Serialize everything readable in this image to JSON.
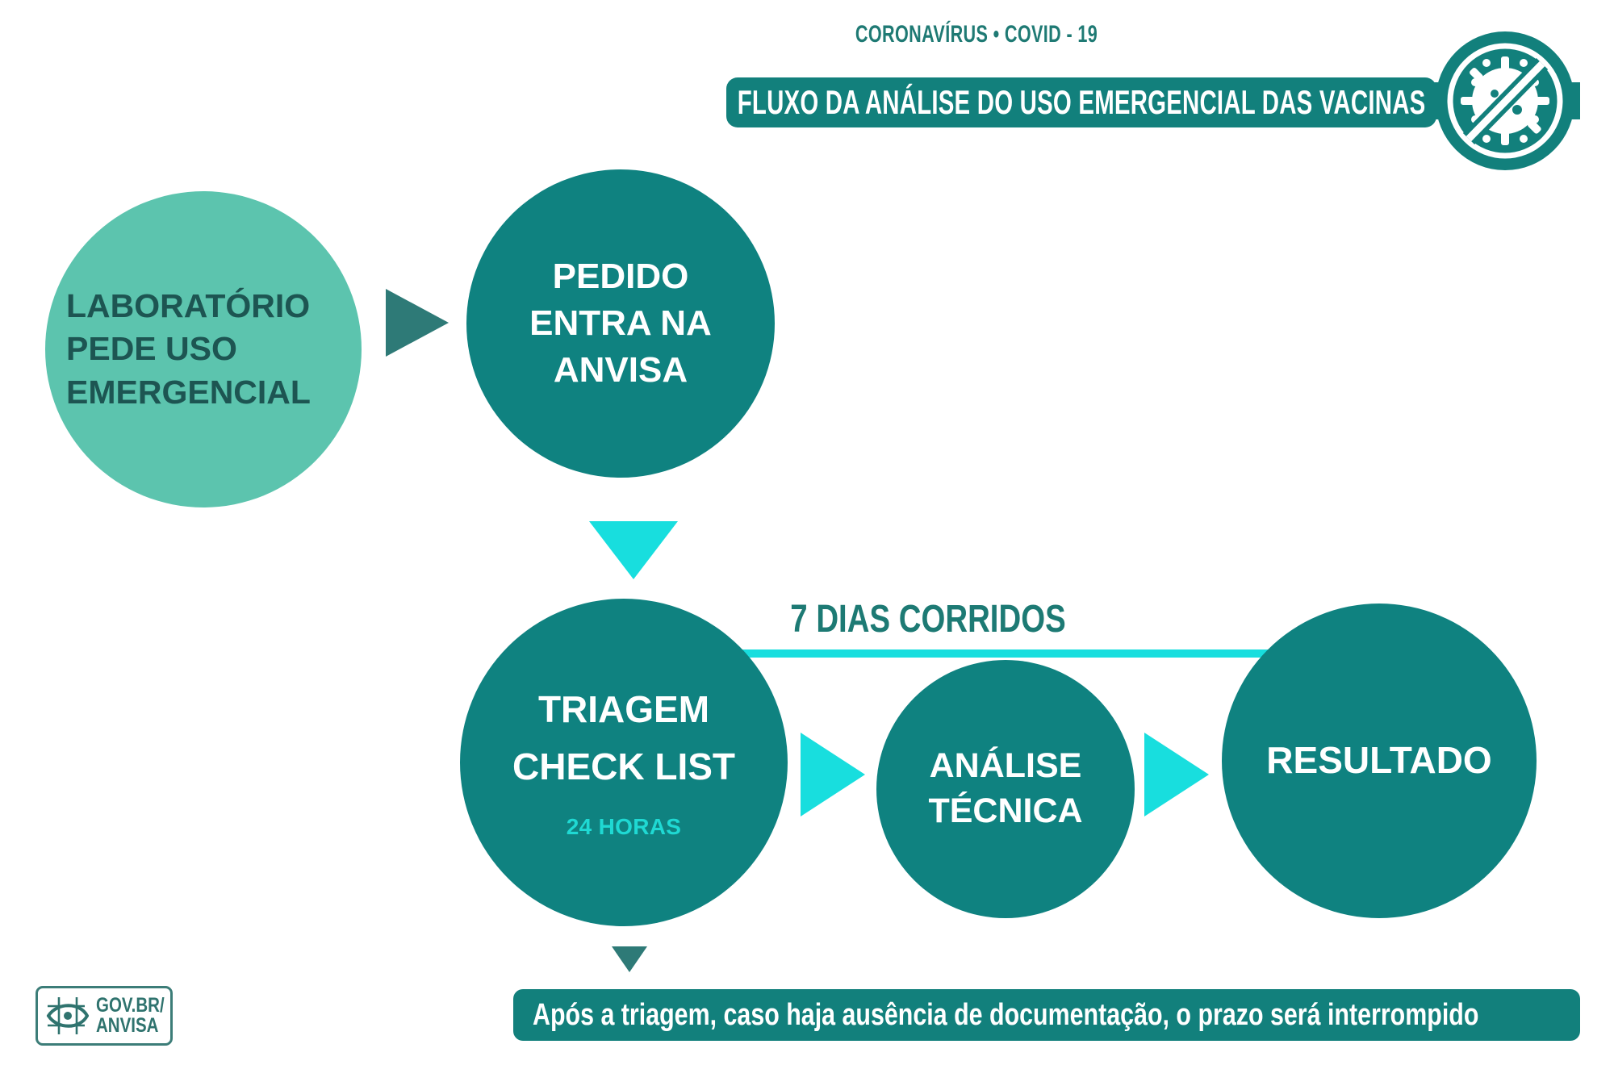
{
  "header": {
    "kicker": "CORONAVÍRUS • COVID - 19",
    "title": "FLUXO DA ANÁLISE DO USO EMERGENCIAL DAS VACINAS",
    "badge_icon": "no-virus-icon"
  },
  "flow": {
    "step1": {
      "line1": "LABORATÓRIO",
      "line2": "PEDE USO",
      "line3": "EMERGENCIAL"
    },
    "step2": {
      "line1": "PEDIDO",
      "line2": "ENTRA NA",
      "line3": "ANVISA"
    },
    "step3": {
      "line1": "TRIAGEM",
      "line2": "CHECK LIST",
      "duration": "24 HORAS"
    },
    "step4": {
      "line1": "ANÁLISE",
      "line2": "TÉCNICA"
    },
    "step5": {
      "line1": "RESULTADO"
    }
  },
  "span": {
    "label": "7 DIAS CORRIDOS"
  },
  "note": {
    "text": "Após a triagem, caso haja ausência de documentação, o prazo será interrompido"
  },
  "logo": {
    "line1": "GOV.BR/",
    "line2": "ANVISA"
  },
  "colors": {
    "teal_dark": "#0f8280",
    "teal_banner": "#12807c",
    "teal_light": "#5cc4ae",
    "cyan": "#18dede",
    "text_dark": "#1d5552",
    "arrow_muted": "#2e7a77",
    "white": "#ffffff"
  }
}
